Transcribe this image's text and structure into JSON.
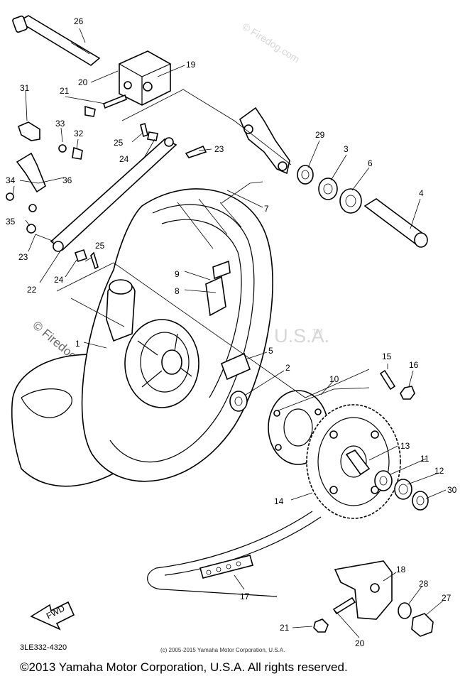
{
  "watermarks": {
    "main": "Yamaha Motor Corp, U.S.A.",
    "tm": "TM",
    "site_left": "© Firedog.com",
    "site_right": "© Firedog.com"
  },
  "callouts": {
    "c1": "1",
    "c2": "2",
    "c3": "3",
    "c4": "4",
    "c5": "5",
    "c6": "6",
    "c7": "7",
    "c8": "8",
    "c9": "9",
    "c10": "10",
    "c11": "11",
    "c12": "12",
    "c13": "13",
    "c14": "14",
    "c15": "15",
    "c16": "16",
    "c17": "17",
    "c18": "18",
    "c19": "19",
    "c20a": "20",
    "c20b": "20",
    "c21a": "21",
    "c21b": "21",
    "c22": "22",
    "c23a": "23",
    "c23b": "23",
    "c24a": "24",
    "c24b": "24",
    "c25a": "25",
    "c25b": "25",
    "c26": "26",
    "c27": "27",
    "c28": "28",
    "c29": "29",
    "c30": "30",
    "c31": "31",
    "c32": "32",
    "c33": "33",
    "c34": "34",
    "c35": "35",
    "c36": "36"
  },
  "fwd_label": "FWD",
  "part_number": "3LE332-4320",
  "small_copyright": "(c) 2005-2015 Yamaha Motor Corporation, U.S.A.",
  "copyright": "©2013 Yamaha Motor Corporation, U.S.A. All rights reserved."
}
